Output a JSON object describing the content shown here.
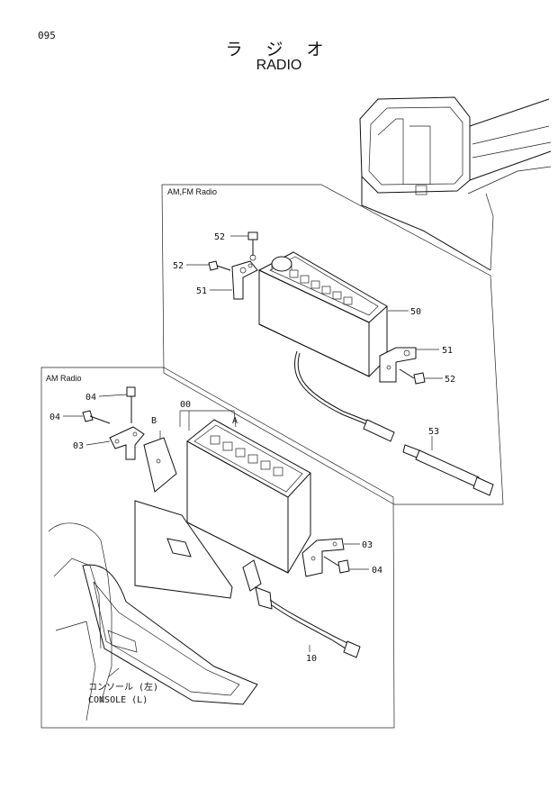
{
  "page_number": "095",
  "title_jp": "ラ ジ オ",
  "title_en": "RADIO",
  "groups": {
    "am_fm": "AM,FM Radio",
    "am": "AM Radio"
  },
  "callouts": {
    "p52_top": "52",
    "p52_left": "52",
    "p51_left": "51",
    "p50": "50",
    "p51_right": "51",
    "p52_right": "52",
    "p53": "53",
    "p04_top": "04",
    "p04_left": "04",
    "p03_left": "03",
    "p00": "00",
    "sub_a": "A",
    "sub_b": "B",
    "p03_right": "03",
    "p04_right": "04",
    "p10": "10"
  },
  "console_jp": "コンソール (左)",
  "console_en": "CONSOLE (L)"
}
